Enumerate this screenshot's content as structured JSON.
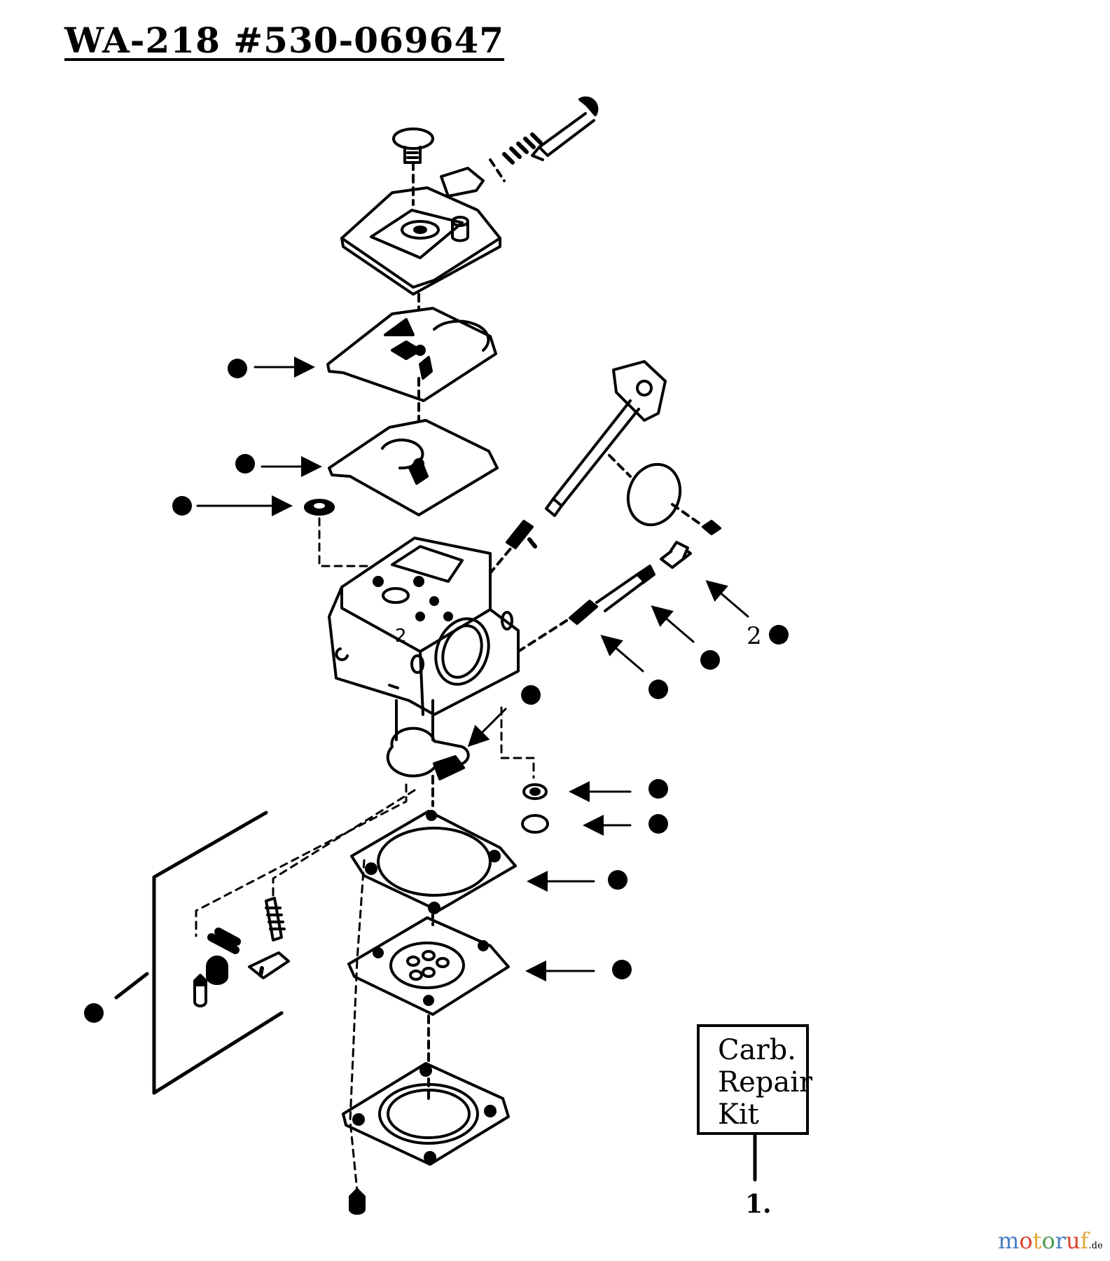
{
  "title": "WA-218  #530-069647",
  "kit_box": {
    "line1": "Carb.",
    "line2": "Repair",
    "line3": "Kit"
  },
  "ref_label": "1.",
  "callout_number": "2",
  "watermark": {
    "brand": "motoruf",
    "tld": ".de",
    "colors": [
      "#4a7fc1",
      "#d9442e",
      "#e0a83a",
      "#4a9b4f"
    ]
  },
  "colors": {
    "ink": "#000000",
    "background": "#ffffff"
  }
}
